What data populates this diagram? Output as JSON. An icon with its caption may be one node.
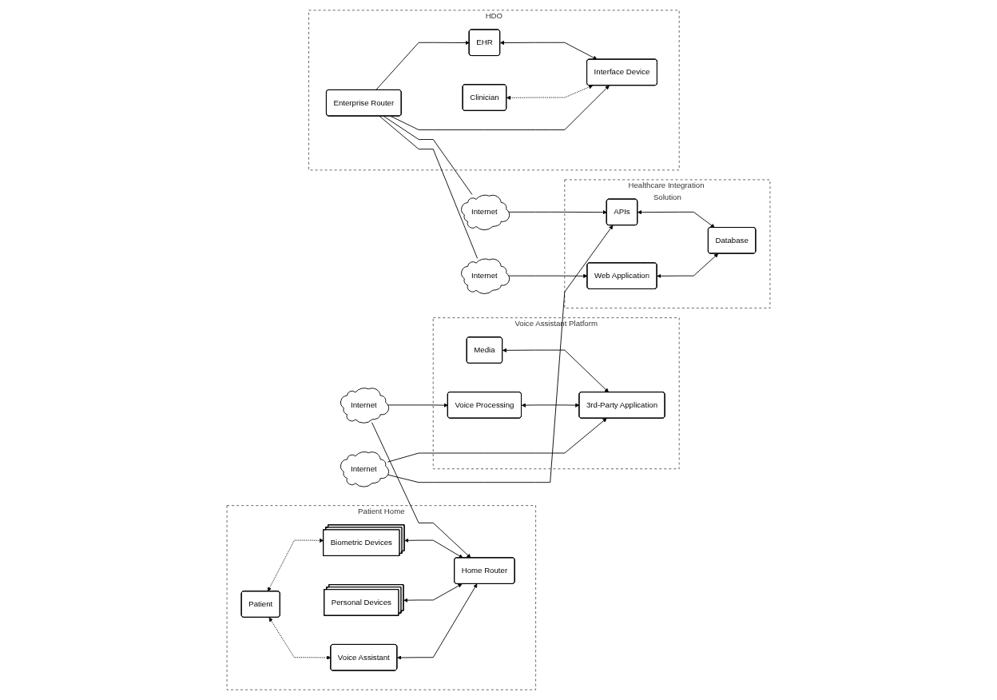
{
  "diagram": {
    "nodes": [
      {
        "text": [
          "Patient Home"
        ]
      },
      {
        "text": [
          "Biometric Devices"
        ],
        "in": 0
      },
      {
        "text": [
          "Personal Devices"
        ],
        "in": 0
      },
      {
        "text": [
          "Patient"
        ],
        "in": 0
      },
      {
        "text": [
          "Voice Assistant"
        ],
        "in": 0
      },
      {
        "text": [
          "Home Router"
        ],
        "in": 0
      },
      {
        "text": [
          "Internet"
        ]
      },
      {
        "text": [
          "Voice Assistant Platform"
        ]
      },
      {
        "text": [
          "Media"
        ],
        "in": 7
      },
      {
        "text": [
          "Voice Processing"
        ],
        "in": 7
      },
      {
        "text": [
          "3rd-Party Application"
        ],
        "in": 7
      },
      {
        "text": [
          "Internet"
        ]
      },
      {
        "text": [
          "HDO"
        ]
      },
      {
        "text": [
          "EHR"
        ],
        "in": 12
      },
      {
        "text": [
          "Enterprise Router"
        ],
        "in": 12
      },
      {
        "text": [
          "Clinician"
        ],
        "in": 12
      },
      {
        "text": [
          "Interface Device"
        ],
        "in": 12
      },
      {
        "text": [
          "Internet"
        ]
      },
      {
        "text": [
          "Internet"
        ]
      },
      {
        "text": [
          "Healthcare Integration Solution"
        ]
      },
      {
        "text": [
          "APIs"
        ],
        "in": 19
      },
      {
        "text": [
          "Web Application"
        ],
        "in": 19
      },
      {
        "text": [
          "Database"
        ],
        "in": 19
      }
    ],
    "edges": [
      {
        "from": 3,
        "to": 1,
        "arrow": "both",
        "style": "dashed"
      },
      {
        "from": 1,
        "to": 5,
        "arrow": "both"
      },
      {
        "from": 2,
        "to": 5,
        "arrow": "both"
      },
      {
        "from": 3,
        "to": 4,
        "arrow": "both",
        "style": "dashed"
      },
      {
        "from": 4,
        "to": 5,
        "arrow": "both"
      },
      {
        "from": 6,
        "to": 5,
        "arrow": "to"
      },
      {
        "from": 6,
        "to": 9,
        "arrow": "to"
      },
      {
        "from": 9,
        "to": 10,
        "arrow": "both"
      },
      {
        "from": 8,
        "to": 10,
        "arrow": "both"
      },
      {
        "from": 11,
        "to": 10,
        "arrow": "to"
      },
      {
        "from": 11,
        "to": 20,
        "arrow": "to"
      },
      {
        "from": 14,
        "to": 13,
        "arrow": "to"
      },
      {
        "from": 14,
        "to": 16,
        "arrow": "to"
      },
      {
        "from": 13,
        "to": 16,
        "arrow": "both"
      },
      {
        "from": 15,
        "to": 16,
        "arrow": "both",
        "style": "dashed"
      },
      {
        "from": 14,
        "to": 17,
        "arrow": "none"
      },
      {
        "from": 17,
        "to": 20,
        "arrow": "to"
      },
      {
        "from": 14,
        "to": 18,
        "arrow": "none"
      },
      {
        "from": 18,
        "to": 21,
        "arrow": "to"
      },
      {
        "from": 21,
        "to": 22,
        "arrow": "both"
      },
      {
        "from": 20,
        "to": 22,
        "arrow": "both"
      }
    ]
  }
}
